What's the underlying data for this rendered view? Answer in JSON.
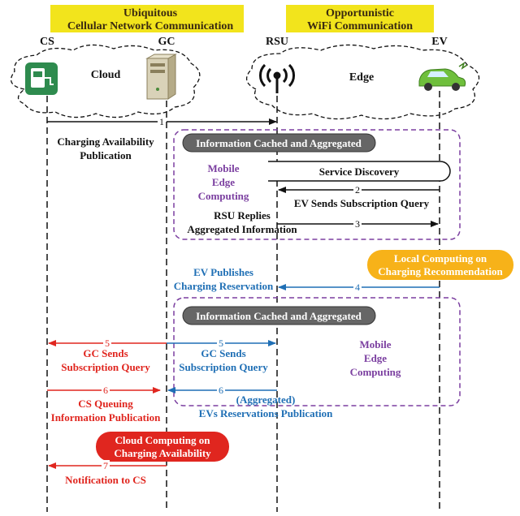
{
  "headers": {
    "cellular": [
      "Ubiquitous",
      "Cellular Network Communication"
    ],
    "wifi": [
      "Opportunistic",
      "WiFi Communication"
    ]
  },
  "entities": {
    "cs": "CS",
    "gc": "GC",
    "rsu": "RSU",
    "ev": "EV"
  },
  "clouds": {
    "cloud": "Cloud",
    "edge": "Edge"
  },
  "steps": {
    "s1": {
      "num": "1",
      "lines": [
        "Charging Availability",
        "Publication"
      ]
    },
    "cached1": "Information Cached and Aggregated",
    "mec1": [
      "Mobile",
      "Edge",
      "Computing"
    ],
    "discovery": "Service Discovery",
    "s2": {
      "num": "2",
      "label": "EV Sends Subscription Query"
    },
    "s3": {
      "num": "3",
      "lines": [
        "RSU Replies",
        "Aggregated Information"
      ]
    },
    "local": [
      "Local Computing on",
      "Charging Recommendation"
    ],
    "s4": {
      "num": "4",
      "lines": [
        "EV Publishes",
        "Charging Reservation"
      ]
    },
    "cached2": "Information Cached and Aggregated",
    "s5_left": {
      "num": "5",
      "lines": [
        "GC Sends",
        "Subscription Query"
      ]
    },
    "s5_right": {
      "num": "5",
      "lines": [
        "GC Sends",
        "Subscription Query"
      ]
    },
    "mec2": [
      "Mobile",
      "Edge",
      "Computing"
    ],
    "s6_left": {
      "num": "6",
      "lines": [
        "CS Queuing",
        "Information Publication"
      ]
    },
    "s6_right": {
      "num": "6",
      "lines": [
        "(Aggregated)",
        "EVs Reservations Publication"
      ]
    },
    "cloudcomp": [
      "Cloud Computing on",
      "Charging Availability"
    ],
    "s7": {
      "num": "7",
      "label": "Notification to CS"
    }
  },
  "colors": {
    "header_bg": "#f2e41c",
    "black": "#111111",
    "purple": "#7b3fa0",
    "blue": "#1f6fb5",
    "red": "#e0261f",
    "orange": "#f7b219",
    "gray": "#666666"
  }
}
